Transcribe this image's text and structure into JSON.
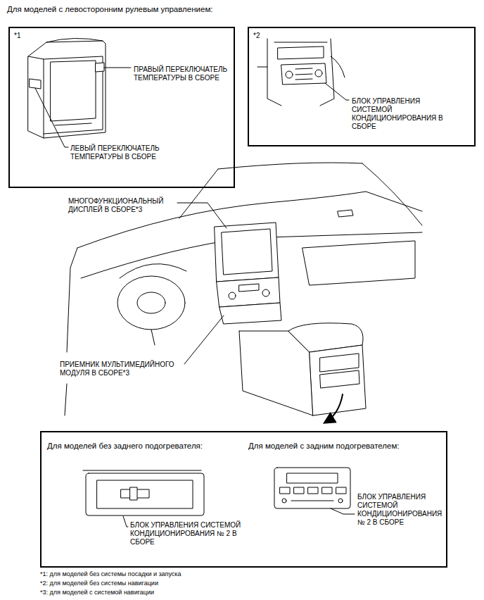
{
  "diagram": {
    "title": "Для моделей с левосторонним рулевым управлением:",
    "nodes": [
      {
        "text": [
          "*1",
          "ПРАВЫЙ ПЕРЕКЛЮЧАТЕЛЬ ТЕМПЕРАТУРЫ В СБОРЕ",
          "ЛЕВЫЙ ПЕРЕКЛЮЧАТЕЛЬ ТЕМПЕРАТУРЫ В СБОРЕ"
        ]
      },
      {
        "text": [
          "*2",
          "БЛОК УПРАВЛЕНИЯ СИСТЕМОЙ КОНДИЦИОНИРОВАНИЯ В СБОРЕ"
        ]
      },
      {
        "text": [
          "Для моделей без заднего подогревателя:",
          "Для моделей с задним подогревателем:",
          "БЛОК УПРАВЛЕНИЯ СИСТЕМОЙ КОНДИЦИОНИРОВАНИЯ № 2 В СБОРЕ",
          "БЛОК УПРАВЛЕНИЯ СИСТЕМОЙ КОНДИЦИОНИРОВАНИЯ № 2 В СБОРЕ"
        ]
      }
    ],
    "labels": [
      "МНОГОФУНКЦИОНАЛЬНЫЙ ДИСПЛЕЙ В СБОРЕ*3",
      "ПРИЕМНИК МУЛЬТИМЕДИЙНОГО МОДУЛЯ В СБОРЕ*3",
      "*1: для моделей без системы посадки и запуска",
      "*2: для моделей без системы навигации",
      "*3: для моделей с системой навигации"
    ]
  }
}
